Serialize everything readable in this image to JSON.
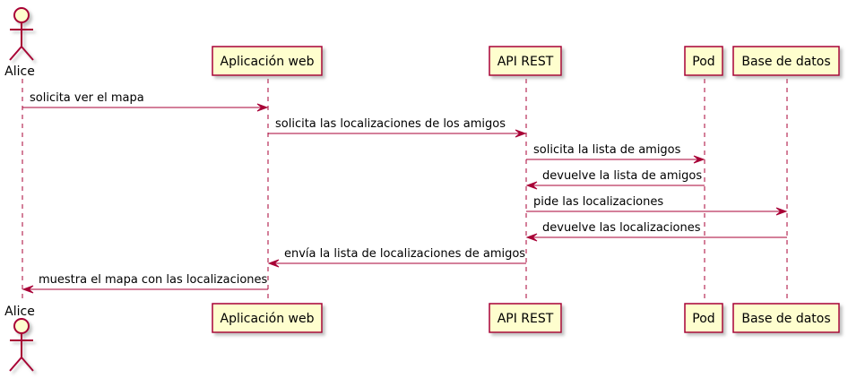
{
  "colors": {
    "line": "#A80036",
    "box_fill": "#FEFECE",
    "shadow": "#D3D3D3"
  },
  "actor": {
    "name": "Alice"
  },
  "participants": [
    {
      "id": "web",
      "label": "Aplicación web"
    },
    {
      "id": "api",
      "label": "API REST"
    },
    {
      "id": "pod",
      "label": "Pod"
    },
    {
      "id": "db",
      "label": "Base de datos"
    }
  ],
  "messages": [
    {
      "from": "alice",
      "to": "web",
      "text": "solicita ver el mapa"
    },
    {
      "from": "web",
      "to": "api",
      "text": "solicita las localizaciones de los amigos"
    },
    {
      "from": "api",
      "to": "pod",
      "text": "solicita la lista de amigos"
    },
    {
      "from": "pod",
      "to": "api",
      "text": "devuelve la lista de amigos"
    },
    {
      "from": "api",
      "to": "db",
      "text": "pide las localizaciones"
    },
    {
      "from": "db",
      "to": "api",
      "text": "devuelve las localizaciones"
    },
    {
      "from": "api",
      "to": "web",
      "text": "envía la lista de localizaciones de amigos"
    },
    {
      "from": "web",
      "to": "alice",
      "text": "muestra el mapa con las localizaciones"
    }
  ]
}
